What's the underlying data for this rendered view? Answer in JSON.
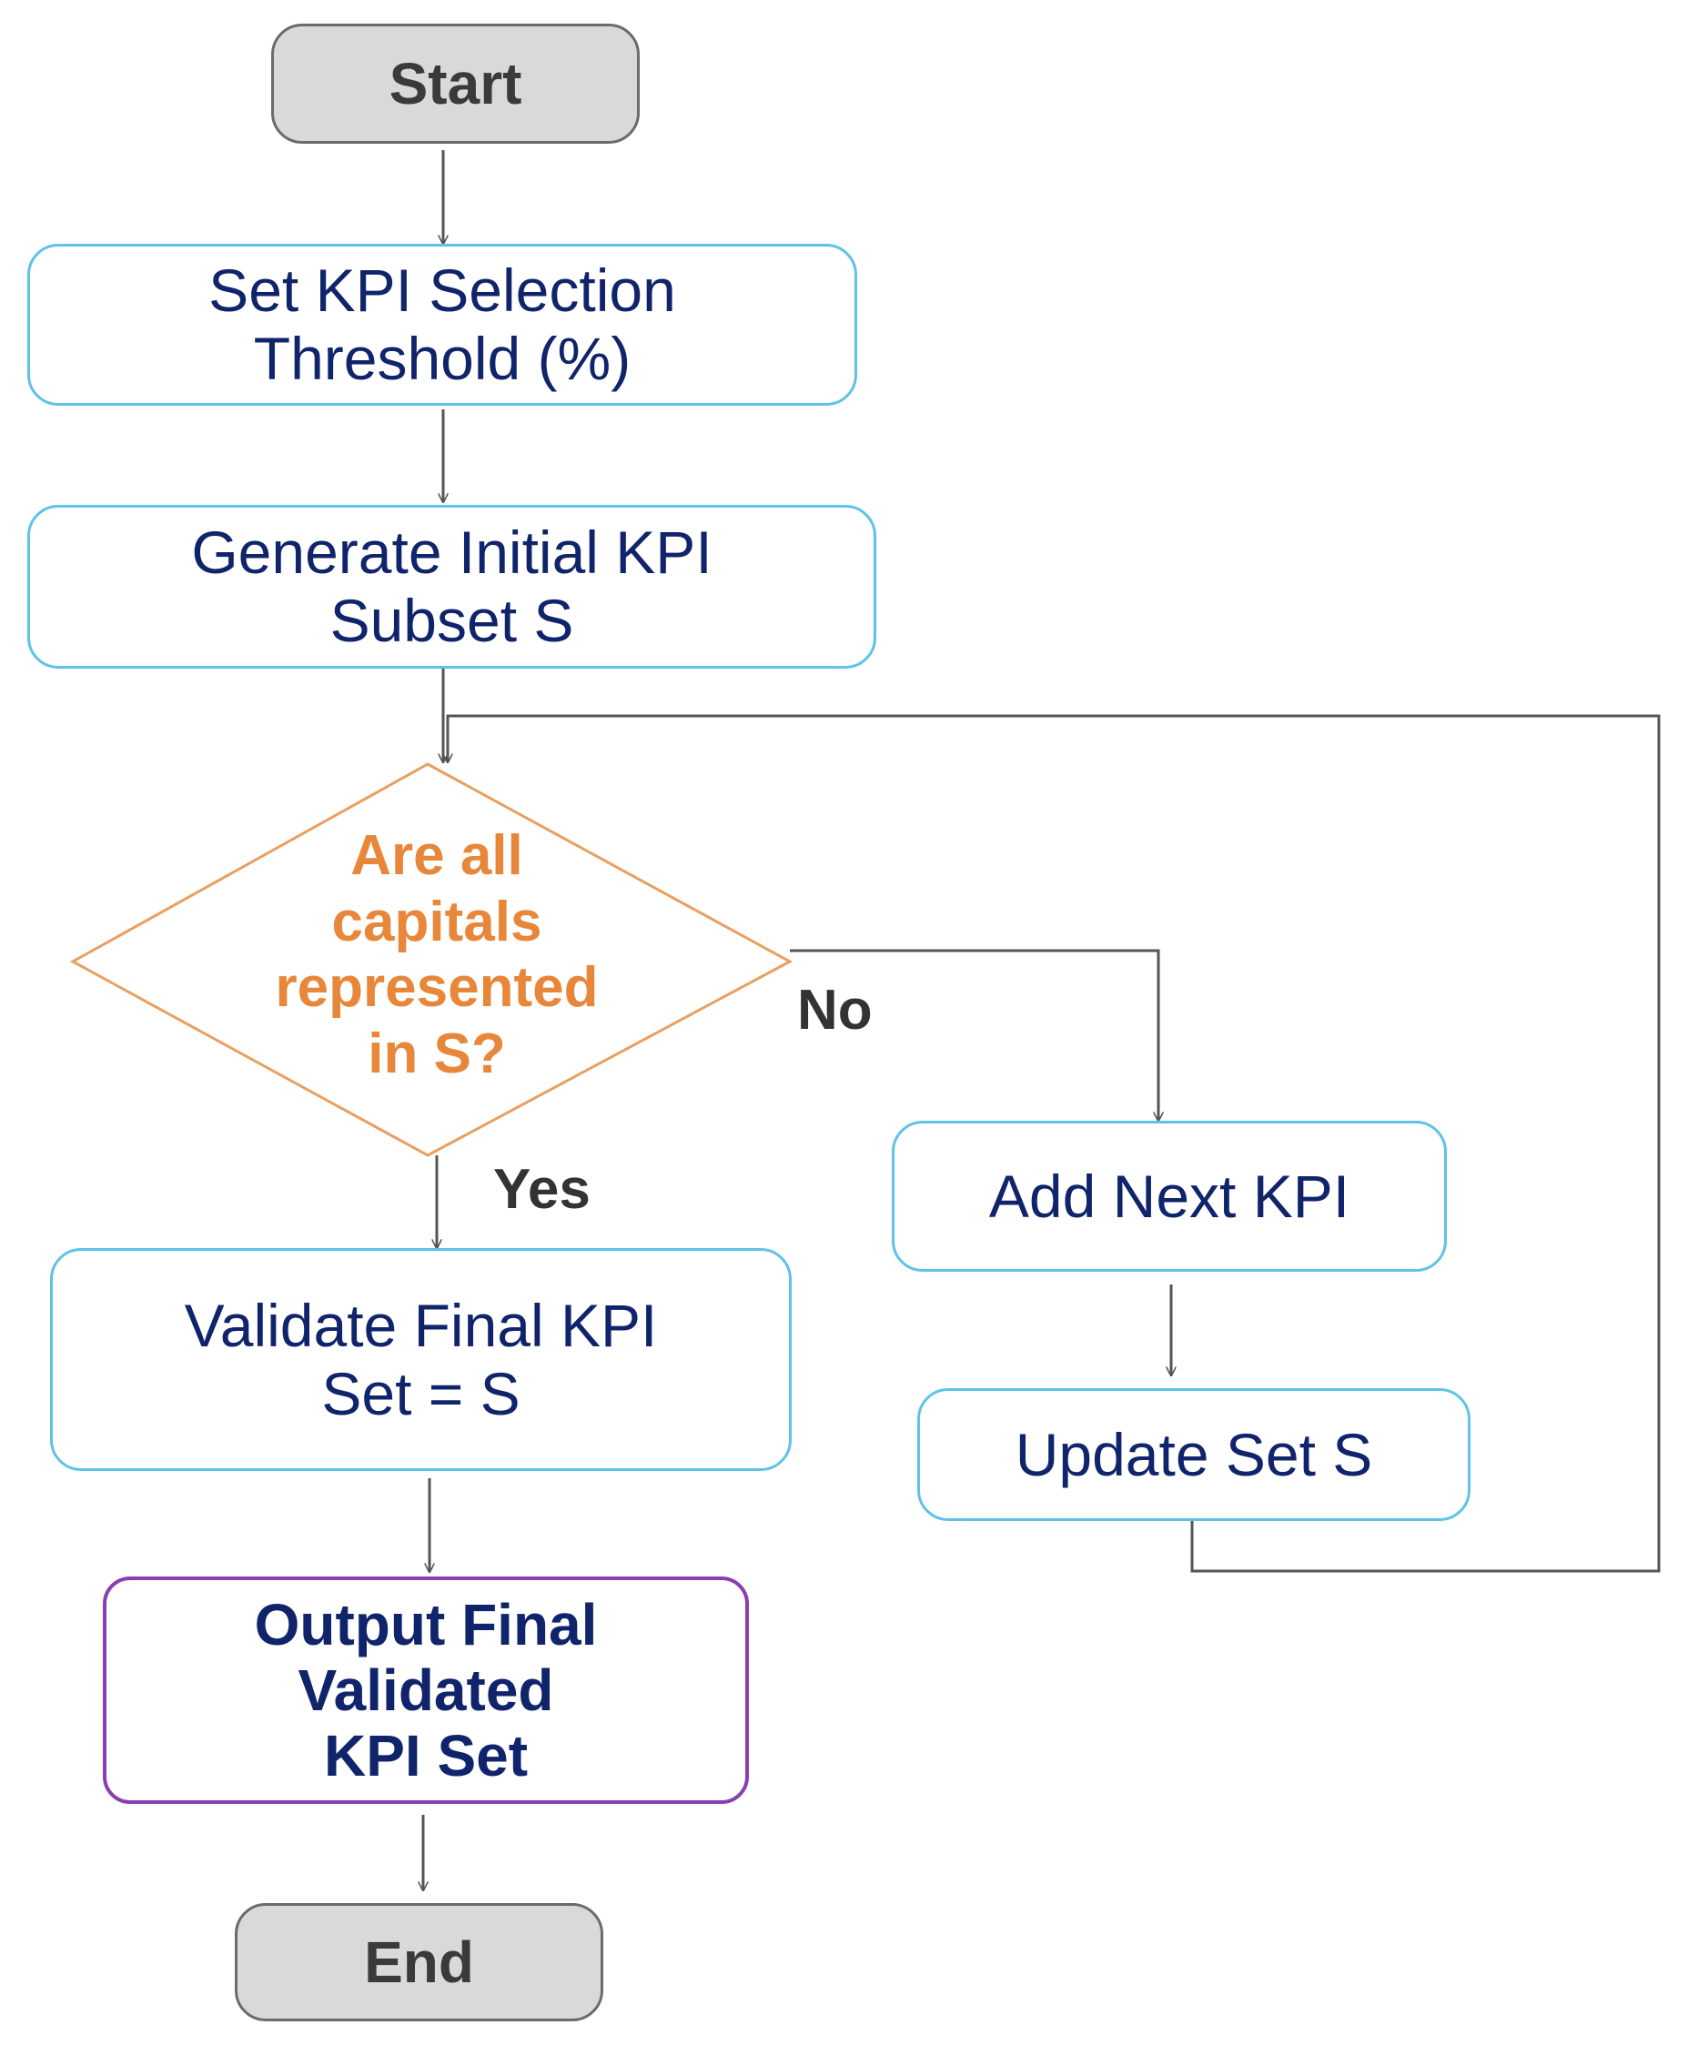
{
  "nodes": {
    "start": {
      "label": "Start"
    },
    "set_threshold": {
      "lines": [
        "Set KPI Selection",
        "Threshold (%)"
      ]
    },
    "generate_subset": {
      "lines": [
        "Generate Initial KPI",
        "Subset S"
      ]
    },
    "decision": {
      "lines": [
        "Are all",
        "capitals",
        "represented",
        "in S?"
      ]
    },
    "add_next": {
      "label": "Add Next KPI"
    },
    "update_set": {
      "label": "Update Set S"
    },
    "validate": {
      "lines": [
        "Validate Final KPI",
        "Set = S"
      ]
    },
    "output": {
      "lines": [
        "Output Final",
        "Validated",
        "KPI Set"
      ]
    },
    "end": {
      "label": "End"
    }
  },
  "edges": {
    "no_label": "No",
    "yes_label": "Yes"
  },
  "colors": {
    "terminal_fill": "#d9d9d9",
    "terminal_border": "#6b6b6b",
    "process_border": "#5ec3e6",
    "decision_border": "#e8a060",
    "decision_text": "#e8863a",
    "output_border": "#8a3fb0",
    "node_text": "#10246b",
    "connector": "#555555"
  }
}
